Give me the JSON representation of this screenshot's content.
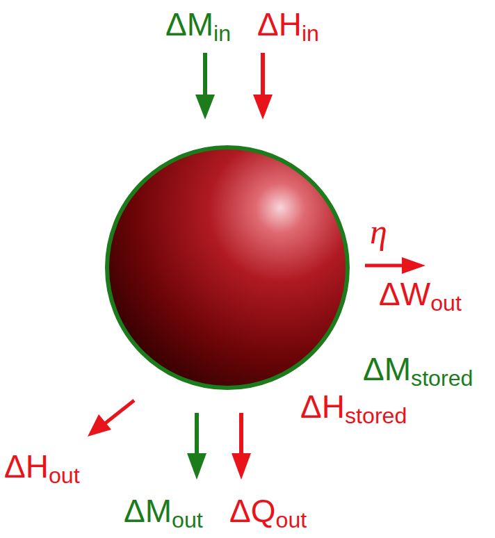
{
  "diagram": {
    "labels": [
      "ΔMin",
      "ΔHin",
      "η",
      "ΔWout",
      "ΔMstored",
      "ΔHstored",
      "ΔHout",
      "ΔMout",
      "ΔQout"
    ]
  }
}
